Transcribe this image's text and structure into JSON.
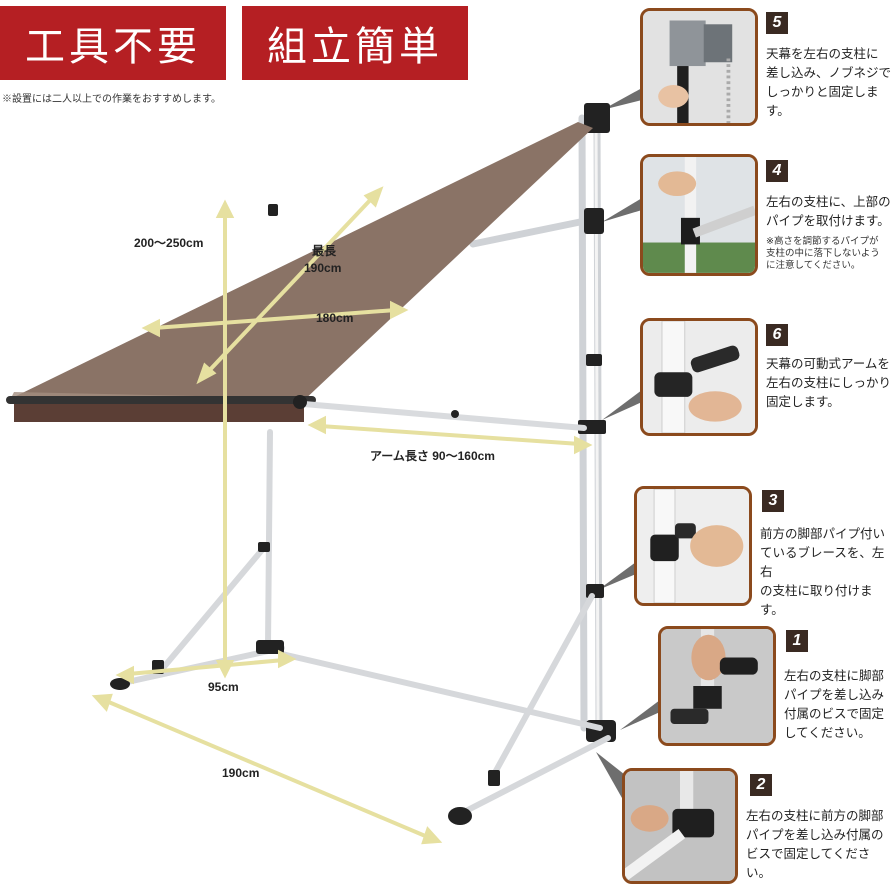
{
  "banners": {
    "left": "工具不要",
    "right": "組立簡単"
  },
  "note": "※設置には二人以上での作業をおすすめします。",
  "dimensions": {
    "height": "200〜250cm",
    "max_length_label": "最長",
    "max_length_value": "190cm",
    "width": "180cm",
    "arm_length": "アーム長さ 90〜160cm",
    "depth": "95cm",
    "base_width": "190cm"
  },
  "steps": [
    {
      "num": "5",
      "text": [
        "天幕を左右の支柱に",
        "差し込み、ノブネジで",
        "しっかりと固定します。"
      ]
    },
    {
      "num": "4",
      "text": [
        "左右の支柱に、上部の",
        "パイプを取付けます。"
      ],
      "subtext": [
        "※高さを調節するパイプが",
        "支柱の中に落下しないよう",
        "に注意してください。"
      ]
    },
    {
      "num": "6",
      "text": [
        "天幕の可動式アームを",
        "左右の支柱にしっかり",
        "固定します。"
      ]
    },
    {
      "num": "3",
      "text": [
        "前方の脚部パイプ付い",
        "ているブレースを、左右",
        "の支柱に取り付けます。"
      ]
    },
    {
      "num": "1",
      "text": [
        "左右の支柱に脚部",
        "パイプを差し込み",
        "付属のビスで固定",
        "してください。"
      ]
    },
    {
      "num": "2",
      "text": [
        "左右の支柱に前方の脚部",
        "パイプを差し込み付属の",
        "ビスで固定してください。"
      ]
    }
  ],
  "colors": {
    "banner": "#b51f23",
    "awning": "#8a7366",
    "measure": "#e6e0a0",
    "frame": "#e8e8e8",
    "step_border": "#8b4a1d"
  }
}
